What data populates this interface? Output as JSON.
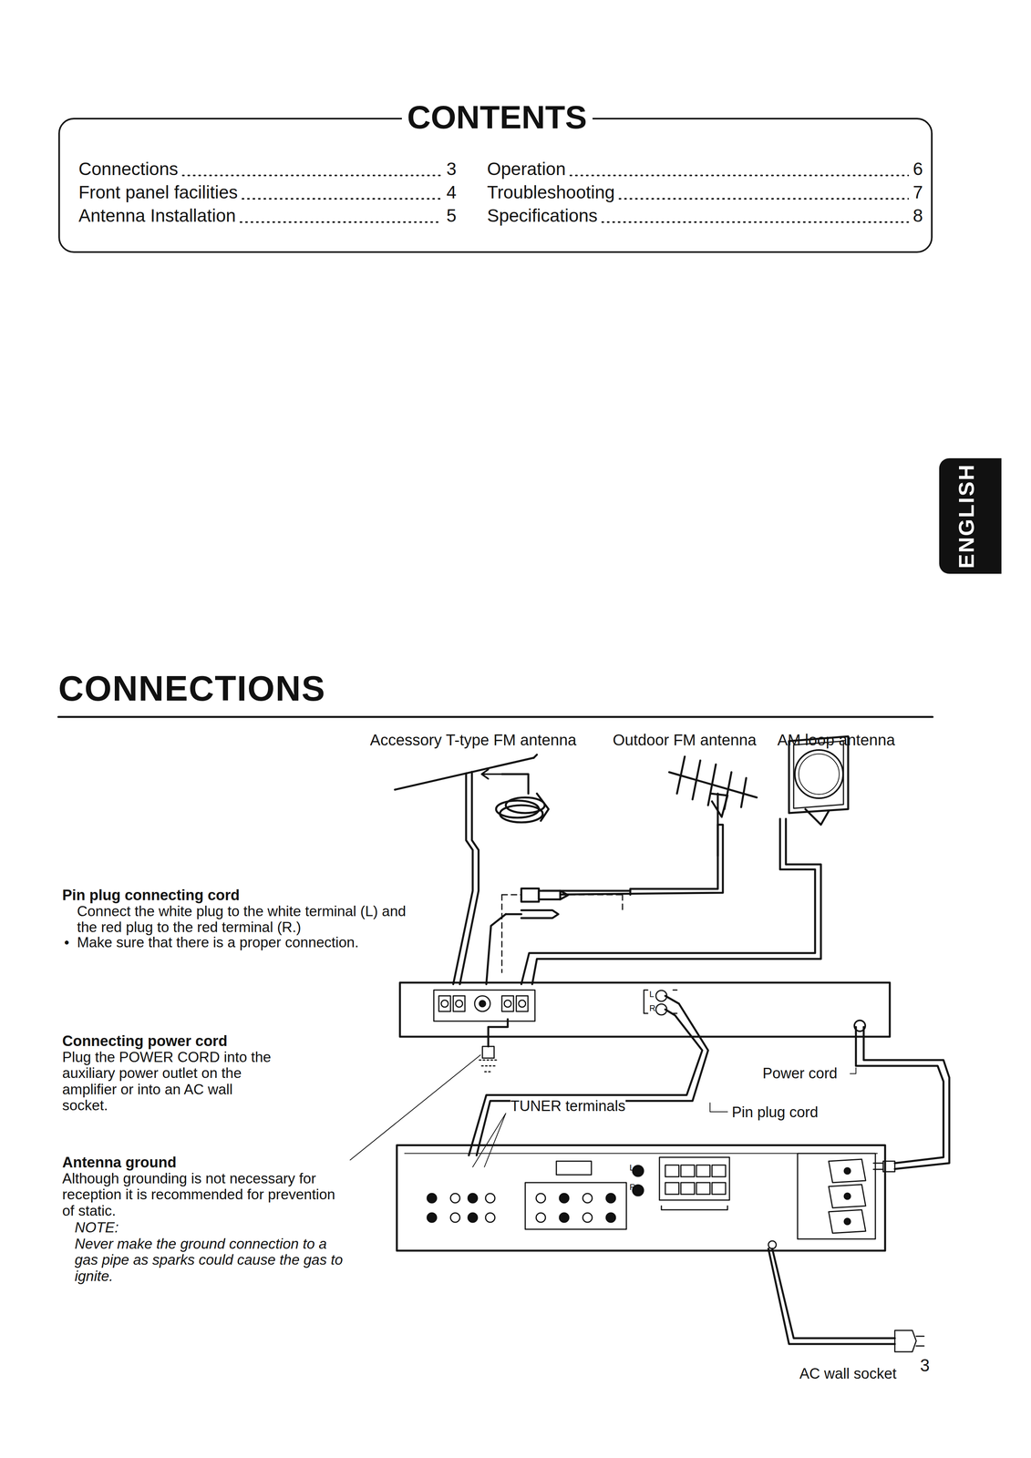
{
  "diagram": {
    "title": "CONNECTIONS",
    "nodes": [
      {
        "text": [
          "CONTENTS",
          "Connections",
          "3",
          "Front panel facilities",
          "4",
          "Antenna Installation",
          "5",
          "Operation",
          "6",
          "Troubleshooting",
          "7",
          "Specifications",
          "8"
        ]
      },
      {
        "text": [
          "ENGLISH"
        ]
      }
    ],
    "labels": [
      "Accessory T-type FM antenna",
      "Outdoor FM antenna",
      "AM loop antenna",
      "Pin plug connecting cord",
      "Connect the white plug to the white terminal (L) and the red plug to the red terminal (R.)",
      "•",
      "Make sure that there is a proper connection.",
      "Connecting power cord",
      "Plug the POWER CORD into the auxiliary power outlet on the amplifier or into an AC wall socket.",
      "Antenna ground",
      "Although grounding is not necessary for reception it is recommended for prevention of static.",
      "NOTE:",
      "Never make the ground connection to a gas pipe as sparks could cause the gas to ignite.",
      "Power cord",
      "TUNER terminals",
      "Pin plug cord",
      "AC wall socket",
      "3",
      "L",
      "R",
      "L",
      "R"
    ]
  }
}
